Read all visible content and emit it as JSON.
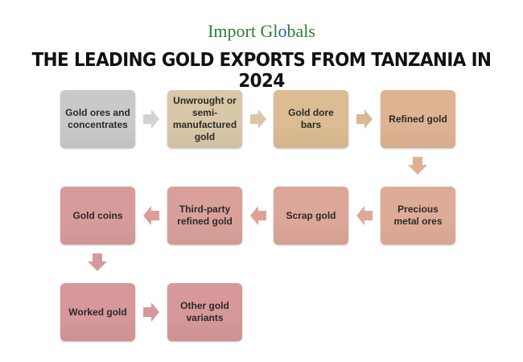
{
  "logo": {
    "text_left": "Import Gl",
    "text_o": "o",
    "text_right": "bals"
  },
  "title": "THE LEADING GOLD EXPORTS FROM TANZANIA IN 2024",
  "steps": [
    {
      "label": "Gold ores and concentrates",
      "color": "#c9c9c9"
    },
    {
      "label": "Unwrought or semi-manufactured gold",
      "color": "#d8c8a8"
    },
    {
      "label": "Gold dore bars",
      "color": "#dcbc92"
    },
    {
      "label": "Refined gold",
      "color": "#deb392"
    },
    {
      "label": "Precious metal ores",
      "color": "#deac96"
    },
    {
      "label": "Scrap gold",
      "color": "#dca698"
    },
    {
      "label": "Third-party refined gold",
      "color": "#d9a099"
    },
    {
      "label": "Gold coins",
      "color": "#d89b9b"
    },
    {
      "label": "Worked gold",
      "color": "#d6989a"
    },
    {
      "label": "Other gold variants",
      "color": "#d6989a"
    }
  ]
}
